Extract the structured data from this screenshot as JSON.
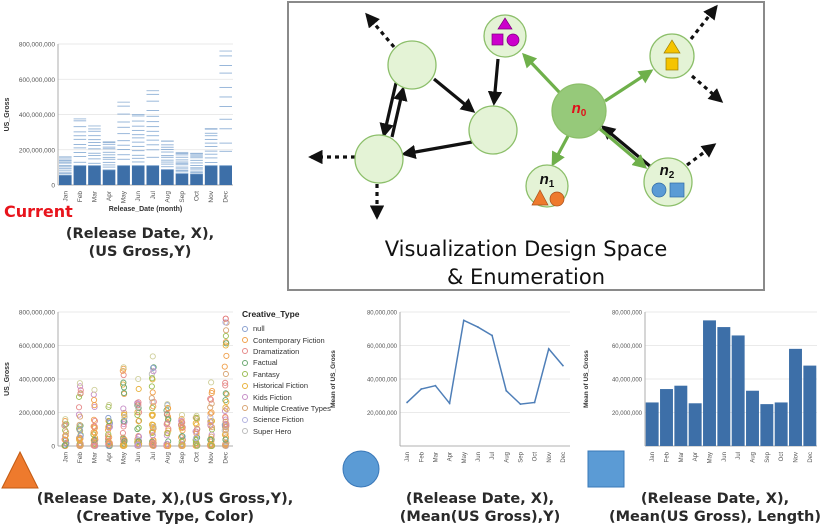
{
  "months": [
    "Jan",
    "Feb",
    "Mar",
    "Apr",
    "May",
    "Jun",
    "Jul",
    "Aug",
    "Sep",
    "Oct",
    "Nov",
    "Dec"
  ],
  "current_label": "Current",
  "captions": {
    "current": [
      "(Release Date, X),",
      "(US Gross,Y)"
    ],
    "scatter": [
      "(Release Date, X),(US Gross,Y),",
      "(Creative Type, Color)"
    ],
    "line": [
      "(Release Date, X),",
      "(Mean(US Gross),Y)"
    ],
    "bar": [
      "(Release Date, X),",
      "(Mean(US Gross), Length)"
    ]
  },
  "design_space": {
    "title_line1": "Visualization Design Space",
    "title_line2": "& Enumeration",
    "node_n0": "n",
    "node_n0_sub": "0",
    "node_n1": "n",
    "node_n1_sub": "1",
    "node_n2": "n",
    "node_n2_sub": "2",
    "colors": {
      "node_fill": "#e4f3d6",
      "node_stroke": "#8cbf6a",
      "root_fill": "#96c97a",
      "green_arrow": "#6fb04b",
      "magenta": "#cc00cc",
      "orange": "#ee7a2d",
      "blue": "#5b9bd5",
      "gold": "#f5c400"
    }
  },
  "legend": {
    "title": "Creative_Type",
    "items": [
      {
        "label": "null",
        "color": "#8aa0cf"
      },
      {
        "label": "Contemporary Fiction",
        "color": "#f0a04b"
      },
      {
        "label": "Dramatization",
        "color": "#e68a8a"
      },
      {
        "label": "Factual",
        "color": "#6aa870"
      },
      {
        "label": "Fantasy",
        "color": "#9bbd52"
      },
      {
        "label": "Historical Fiction",
        "color": "#e8b23c"
      },
      {
        "label": "Kids Fiction",
        "color": "#c68ec7"
      },
      {
        "label": "Multiple Creative Types",
        "color": "#d8a472"
      },
      {
        "label": "Science Fiction",
        "color": "#b3b3e0"
      },
      {
        "label": "Super Hero",
        "color": "#bbbbbb"
      }
    ]
  },
  "chart_data": [
    {
      "type": "bar",
      "title": "",
      "xlabel": "Release_Date (month)",
      "ylabel": "US_Gross",
      "ylim": [
        0,
        800000000
      ],
      "yticks": [
        "0",
        "200,000,000",
        "400,000,000",
        "600,000,000",
        "800,000,000"
      ],
      "categories": [
        "Jan",
        "Feb",
        "Mar",
        "Apr",
        "May",
        "Jun",
        "Jul",
        "Aug",
        "Sep",
        "Oct",
        "Nov",
        "Dec"
      ],
      "stack_top": [
        160000000,
        375000000,
        335000000,
        245000000,
        470000000,
        400000000,
        535000000,
        250000000,
        185000000,
        180000000,
        320000000,
        760000000
      ]
    },
    {
      "type": "scatter",
      "title": "",
      "xlabel": "",
      "ylabel": "US_Gross",
      "ylim": [
        0,
        800000000
      ],
      "yticks": [
        "0",
        "200,000,000",
        "400,000,000",
        "600,000,000",
        "800,000,000"
      ],
      "categories": [
        "Jan",
        "Feb",
        "Mar",
        "Apr",
        "May",
        "Jun",
        "Jul",
        "Aug",
        "Sep",
        "Oct",
        "Nov",
        "Dec"
      ],
      "column_max": [
        160000000,
        375000000,
        335000000,
        245000000,
        470000000,
        400000000,
        535000000,
        250000000,
        185000000,
        180000000,
        380000000,
        760000000
      ]
    },
    {
      "type": "line",
      "title": "",
      "xlabel": "",
      "ylabel": "Mean of US_Gross",
      "ylim": [
        0,
        80000000
      ],
      "yticks": [
        "20,000,000",
        "40,000,000",
        "60,000,000",
        "80,000,000"
      ],
      "categories": [
        "Jan",
        "Feb",
        "Mar",
        "Apr",
        "May",
        "Jun",
        "Jul",
        "Aug",
        "Sep",
        "Oct",
        "Nov",
        "Dec"
      ],
      "values": [
        26000000,
        34000000,
        36000000,
        25500000,
        75000000,
        71000000,
        66000000,
        33000000,
        25000000,
        26000000,
        58000000,
        48000000
      ]
    },
    {
      "type": "bar",
      "title": "",
      "xlabel": "",
      "ylabel": "Mean of US_Gross",
      "ylim": [
        0,
        80000000
      ],
      "yticks": [
        "20,000,000",
        "40,000,000",
        "60,000,000",
        "80,000,000"
      ],
      "categories": [
        "Jan",
        "Feb",
        "Mar",
        "Apr",
        "May",
        "Jun",
        "Jul",
        "Aug",
        "Sep",
        "Oct",
        "Nov",
        "Dec"
      ],
      "values": [
        26000000,
        34000000,
        36000000,
        25500000,
        75000000,
        71000000,
        66000000,
        33000000,
        25000000,
        26000000,
        58000000,
        48000000
      ]
    }
  ]
}
